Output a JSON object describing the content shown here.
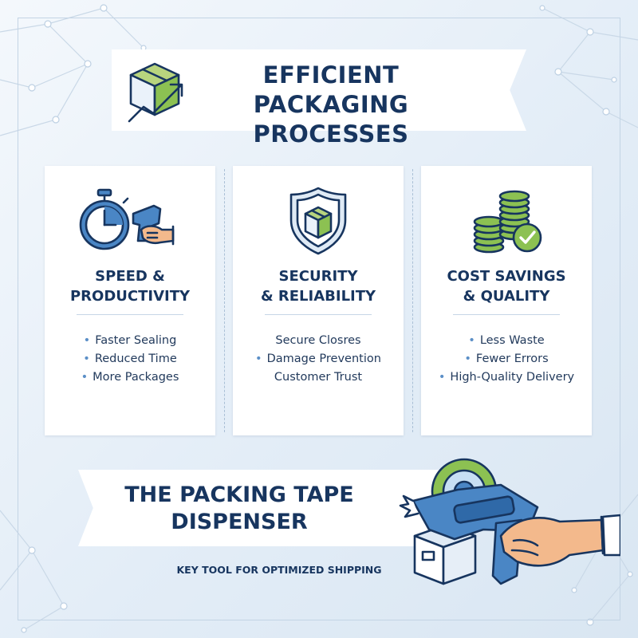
{
  "header": {
    "title": "EFFICIENT PACKAGING PROCESSES",
    "icon": "box-growth-arrow-icon"
  },
  "cards": [
    {
      "title": "SPEED & PRODUCTIVITY",
      "icon": "stopwatch-scanner-icon",
      "items": [
        "Faster Sealing",
        "Reduced Time",
        "More Packages"
      ],
      "bullets": [
        true,
        true,
        true
      ]
    },
    {
      "title": "SECURITY & RELIABILITY",
      "icon": "shield-box-icon",
      "items": [
        "Secure Closres",
        "Damage Prevention",
        "Customer Trust"
      ],
      "bullets": [
        false,
        true,
        false
      ]
    },
    {
      "title": "COST SAVINGS & QUALITY",
      "icon": "coins-check-icon",
      "items": [
        "Less Waste",
        "Fewer Errors",
        "High-Quality Delivery"
      ],
      "bullets": [
        true,
        true,
        true
      ]
    }
  ],
  "footer": {
    "title": "THE PACKING TAPE DISPENSER",
    "subtitle": "KEY TOOL FOR OPTIMIZED SHIPPING",
    "icon": "tape-dispenser-icon"
  },
  "colors": {
    "navy": "#17355f",
    "accent_green": "#8cc152",
    "accent_blue": "#4a86c5",
    "background": "#e6eef7"
  }
}
